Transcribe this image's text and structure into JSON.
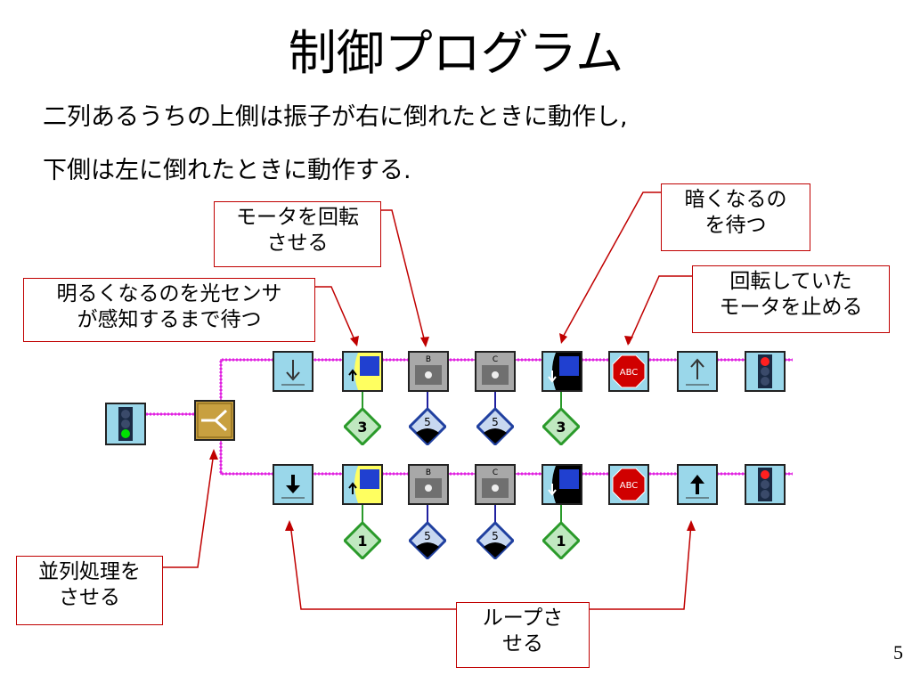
{
  "slide": {
    "title": "制御プログラム",
    "line1": "二列あるうちの上側は振子が右に倒れたときに動作し,",
    "line2": "下側は左に倒れたときに動作する.",
    "page_number": "5"
  },
  "callouts": {
    "rotate_motor": "モータを回転\nさせる",
    "wait_dark": "暗くなるの\nを待つ",
    "wait_bright": "明るくなるのを光センサ\nが感知するまで待つ",
    "stop_motor": "回転していた\nモータを止める",
    "parallel": "並列処理を\nさせる",
    "loop": "ループさ\nせる"
  },
  "program": {
    "top_row_blocks": [
      "loop-start-down",
      "wait-light",
      "motor-b",
      "motor-c",
      "wait-dark",
      "stop-sign",
      "loop-end-up",
      "traffic-light-red"
    ],
    "bottom_row_blocks": [
      "loop-start-down",
      "wait-light",
      "motor-b",
      "motor-c",
      "wait-dark",
      "stop-sign",
      "loop-end-up",
      "traffic-light-red"
    ],
    "top_modifiers": [
      "3",
      "5",
      "5",
      "3"
    ],
    "bottom_modifiers": [
      "1",
      "5",
      "5",
      "1"
    ],
    "motor_labels": [
      "B",
      "C"
    ],
    "stop_text": "ABC",
    "colors": {
      "wire": "#e020e0",
      "callout_border": "#c00000",
      "block_bg": "#9ad7ea"
    }
  }
}
